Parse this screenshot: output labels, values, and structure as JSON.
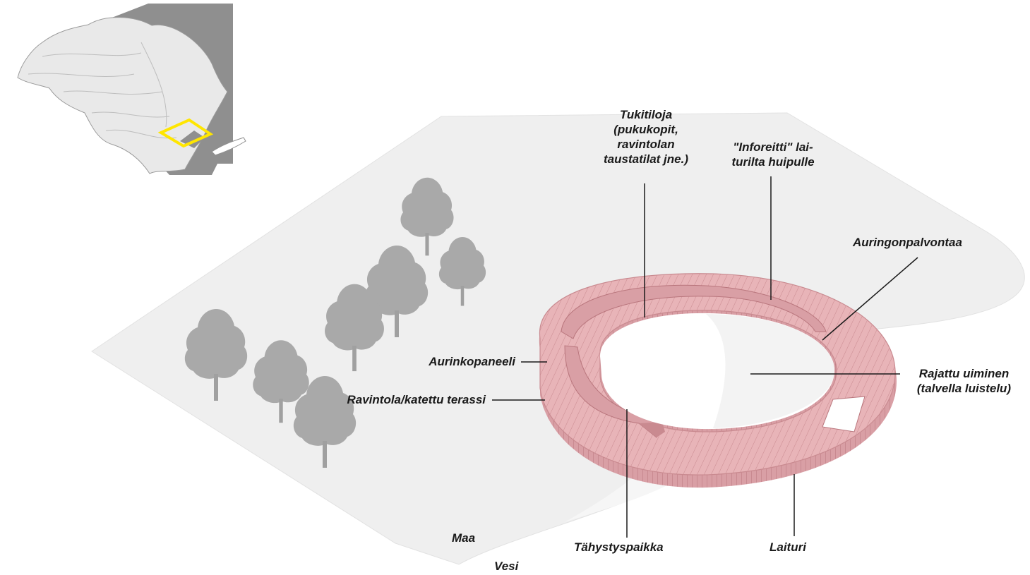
{
  "labels": {
    "tukitiloja": "Tukitiloja",
    "pukukopit": "(pukukopit,",
    "ravintolan": "ravintolan",
    "taustatilat": "taustatilat jne.)",
    "inforeitti1": "\"Inforeitti\" lai-",
    "inforeitti2": "turilta huipulle",
    "auringonpalvontaa": "Auringonpalvontaa",
    "aurinkopaneeli": "Aurinkopaneeli",
    "ravintola": "Ravintola/katettu terassi",
    "rajattu1": "Rajattu uiminen",
    "rajattu2": "(talvella luistelu)",
    "tahystyspaikka": "Tähystyspaikka",
    "laituri": "Laituri",
    "maa": "Maa",
    "vesi": "Vesi"
  },
  "colors": {
    "ground": "#efefef",
    "water_map": "#8f8f8f",
    "ring": "#e8b4b8",
    "ring_edge": "#c98a90",
    "tree": "#a9a9a9",
    "highlight": "#ffe600"
  },
  "icons": {
    "trees": "tree-icon",
    "minimap": "island-map-icon"
  }
}
